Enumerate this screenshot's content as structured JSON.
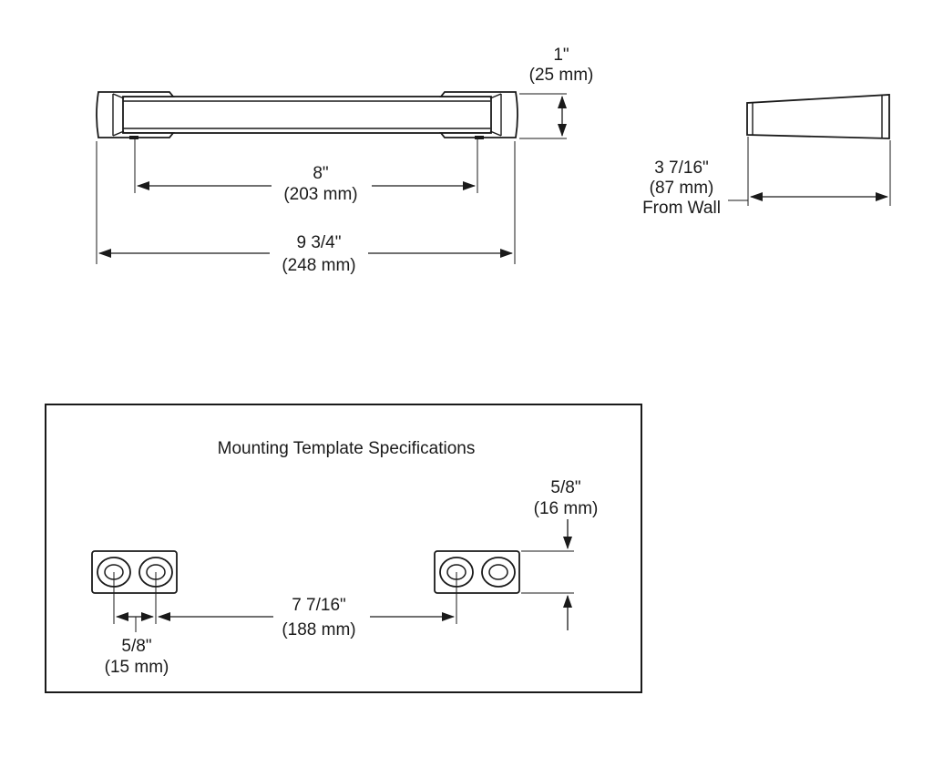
{
  "overall_height": {
    "imperial": "1\"",
    "metric": "(25 mm)"
  },
  "center_to_center": {
    "imperial": "8\"",
    "metric": "(203 mm)"
  },
  "overall_length": {
    "imperial": "9 3/4\"",
    "metric": "(248 mm)"
  },
  "projection": {
    "imperial": "3 7/16\"",
    "metric": "(87  mm)",
    "note": "From Wall"
  },
  "template": {
    "title": "Mounting Template Specifications",
    "vertical_dim": {
      "imperial": "5/8\"",
      "metric": "(16 mm)"
    },
    "hole_spacing": {
      "imperial": "7 7/16\"",
      "metric": "(188 mm)"
    },
    "hole_pitch": {
      "imperial": "5/8\"",
      "metric": "(15 mm)"
    }
  }
}
